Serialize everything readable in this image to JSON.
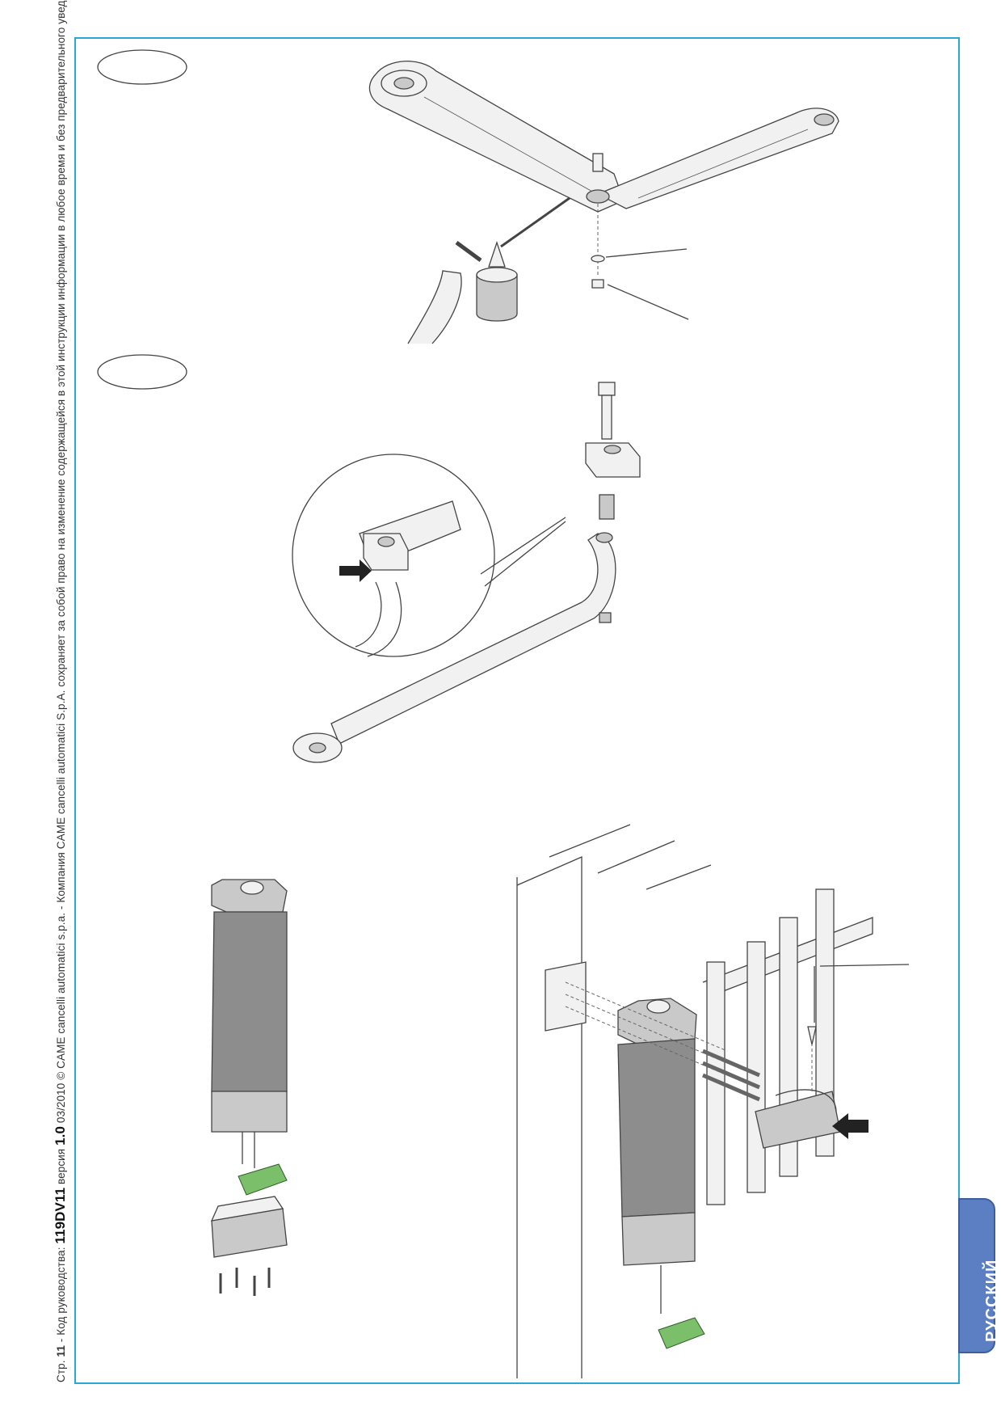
{
  "side_note": {
    "page_prefix": "Стр.",
    "page_number": "11",
    "manual_code_label": "- Код руководства:",
    "manual_code": "119DV11",
    "version_label": "версия",
    "version": "1.0",
    "copyright": "03/2010 © CAME cancelli automatici s.p.a. - Компания CAME cancelli automatici S.p.A. сохраняет за собой право на изменение содержащейся в этой инструкции информации в любое время и без предварительного уведомления."
  },
  "language_tab": {
    "label": "РУССКИЙ"
  },
  "figures": [
    {
      "id": "arm-lubrication",
      "icon": "oil-can-icon"
    },
    {
      "id": "curved-arm-assembly",
      "icon": "bolt-icon"
    },
    {
      "id": "motor-cover-removal",
      "icon": "screw-icon"
    },
    {
      "id": "motor-gate-mounting",
      "icon": "bracket-icon"
    }
  ],
  "colors": {
    "frame": "#2aa7d6",
    "tab": "#5b7fc2",
    "board": "#7bbf6a"
  }
}
